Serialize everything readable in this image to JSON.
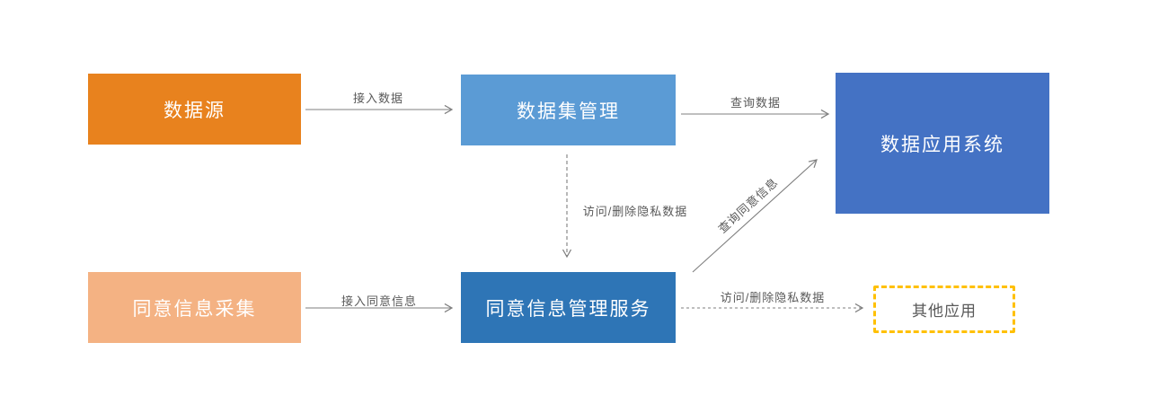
{
  "diagram": {
    "title": "",
    "nodes": [
      {
        "id": "data-source",
        "label": "数据源"
      },
      {
        "id": "dataset-management",
        "label": "数据集管理"
      },
      {
        "id": "data-application-system",
        "label": "数据应用系统"
      },
      {
        "id": "consent-info-collection",
        "label": "同意信息采集"
      },
      {
        "id": "consent-management-service",
        "label": "同意信息管理服务"
      },
      {
        "id": "other-applications",
        "label": "其他应用"
      }
    ],
    "edges": [
      {
        "from": "data-source",
        "to": "dataset-management",
        "label": "接入数据",
        "style": "solid"
      },
      {
        "from": "dataset-management",
        "to": "data-application-system",
        "label": "查询数据",
        "style": "solid"
      },
      {
        "from": "dataset-management",
        "to": "consent-management-service",
        "label": "访问/删除隐私数据",
        "style": "dashed"
      },
      {
        "from": "consent-management-service",
        "to": "data-application-system",
        "label": "查询同意信息",
        "style": "solid"
      },
      {
        "from": "consent-info-collection",
        "to": "consent-management-service",
        "label": "接入同意信息",
        "style": "solid"
      },
      {
        "from": "consent-management-service",
        "to": "other-applications",
        "label": "访问/删除隐私数据",
        "style": "dashed"
      }
    ],
    "colors": {
      "orange": "#E8821E",
      "light_orange": "#F4B283",
      "light_blue": "#5B9BD5",
      "medium_blue": "#2E75B6",
      "dark_blue": "#4472C4",
      "dashed_border_yellow": "#FFC000",
      "label_gray": "#595959",
      "arrow_gray": "#7F7F7F"
    }
  }
}
